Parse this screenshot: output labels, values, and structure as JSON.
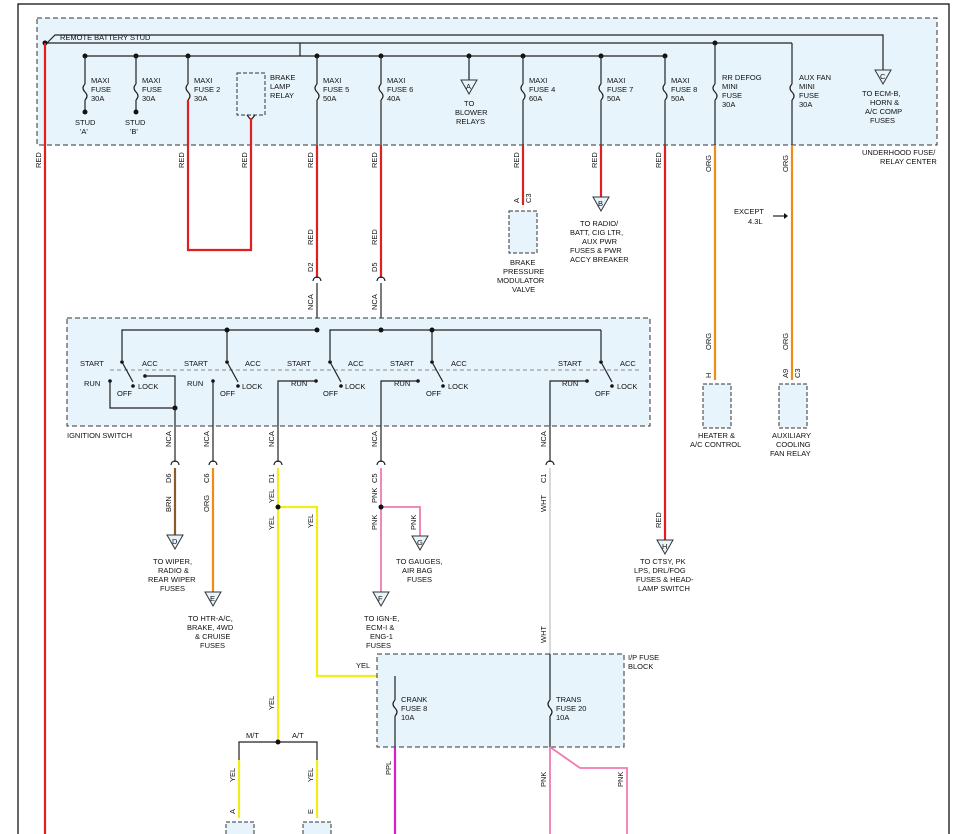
{
  "underhood": {
    "stud_title": "REMOTE BATTERY STUD",
    "box_label_1": "UNDERHOOD FUSE/",
    "box_label_2": "RELAY CENTER",
    "fuses": [
      {
        "l1": "MAXI",
        "l2": "FUSE",
        "l3": "30A"
      },
      {
        "l1": "MAXI",
        "l2": "FUSE",
        "l3": "30A"
      },
      {
        "l1": "MAXI",
        "l2": "FUSE 2",
        "l3": "30A"
      },
      {
        "l1": "MAXI",
        "l2": "FUSE 5",
        "l3": "50A"
      },
      {
        "l1": "MAXI",
        "l2": "FUSE 6",
        "l3": "40A"
      },
      {
        "l1": "MAXI",
        "l2": "FUSE 4",
        "l3": "60A"
      },
      {
        "l1": "MAXI",
        "l2": "FUSE 7",
        "l3": "50A"
      },
      {
        "l1": "MAXI",
        "l2": "FUSE 8",
        "l3": "50A"
      },
      {
        "l1": "RR DEFOG",
        "l2": "MINI",
        "l3": "FUSE",
        "l4": "30A"
      },
      {
        "l1": "AUX FAN",
        "l2": "MINI",
        "l3": "FUSE",
        "l4": "30A"
      }
    ],
    "stud_a": [
      "STUD",
      "'A'"
    ],
    "stud_b": [
      "STUD",
      "'B'"
    ],
    "brake_lamp_relay": [
      "BRAKE",
      "LAMP",
      "RELAY"
    ],
    "to_blower": [
      "TO",
      "BLOWER",
      "RELAYS"
    ],
    "conn_a": "A",
    "conn_c": "C",
    "to_ecm": [
      "TO ECM-B,",
      "HORN &",
      "A/C COMP",
      "FUSES"
    ]
  },
  "wires": {
    "red": "RED",
    "nca": "NCA",
    "org": "ORG",
    "yel": "YEL",
    "pnk": "PNK",
    "brn": "BRN",
    "wht": "WHT",
    "ppl": "PPL"
  },
  "connectors": {
    "d2": "D2",
    "d5": "D5",
    "a": "A",
    "c3": "C3",
    "h": "H",
    "a9": "A9",
    "c3b": "C3",
    "d6": "D6",
    "c6": "C6",
    "d1": "D1",
    "c5": "C5",
    "c1": "C1",
    "a_bottom": "A",
    "e_bottom": "E"
  },
  "brake_valve": [
    "BRAKE",
    "PRESSURE",
    "MODULATOR",
    "VALVE"
  ],
  "to_radio": [
    "TO RADIO/",
    "BATT, CIG LTR,",
    "AUX PWR",
    "FUSES & PWR",
    "ACCY BREAKER"
  ],
  "except": [
    "EXCEPT",
    "4.3L"
  ],
  "heater": [
    "HEATER &",
    "A/C CONTROL"
  ],
  "aux_relay": [
    "AUXILIARY",
    "COOLING",
    "FAN RELAY"
  ],
  "ignition": {
    "label": "IGNITION SWITCH",
    "start": "START",
    "acc": "ACC",
    "run": "RUN",
    "lock": "LOCK",
    "off": "OFF"
  },
  "targets": {
    "d": {
      "letter": "D",
      "lines": [
        "TO WIPER,",
        "RADIO &",
        "REAR WIPER",
        "FUSES"
      ]
    },
    "e": {
      "letter": "E",
      "lines": [
        "TO HTR-A/C,",
        "BRAKE, 4WD",
        "& CRUISE",
        "FUSES"
      ]
    },
    "f": {
      "letter": "F",
      "lines": [
        "TO IGN-E,",
        "ECM-I &",
        "ENG-1",
        "FUSES"
      ]
    },
    "g": {
      "letter": "G",
      "lines": [
        "TO GAUGES,",
        "AIR BAG",
        "FUSES"
      ]
    },
    "h": {
      "letter": "H",
      "lines": [
        "TO CTSY, PK",
        "LPS, DRL/FOG",
        "FUSES & HEAD-",
        "LAMP SWITCH"
      ]
    },
    "b": {
      "letter": "B"
    }
  },
  "ip_block": {
    "label": [
      "I/P FUSE",
      "BLOCK"
    ],
    "crank": [
      "CRANK",
      "FUSE 8",
      "10A"
    ],
    "trans": [
      "TRANS",
      "FUSE 20",
      "10A"
    ]
  },
  "transmission": {
    "mt": "M/T",
    "at": "A/T"
  }
}
